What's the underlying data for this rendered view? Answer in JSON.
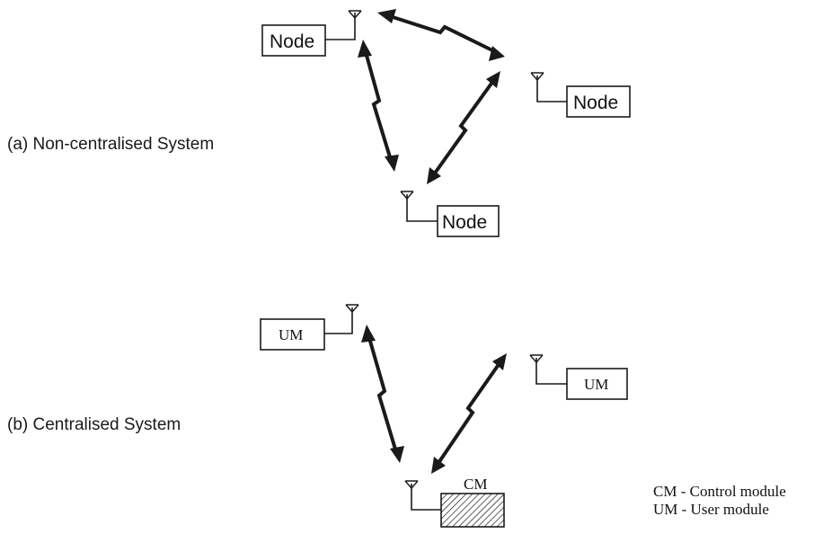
{
  "captions": {
    "non_centralised": "(a) Non-centralised System",
    "centralised": "(b) Centralised System"
  },
  "system_a": {
    "node_label": "Node"
  },
  "system_b": {
    "um_label": "UM",
    "cm_label": "CM"
  },
  "legend": {
    "cm": "CM - Control module",
    "um": "UM - User module"
  },
  "colors": {
    "ink": "#1a1a1a",
    "background": "#ffffff"
  }
}
